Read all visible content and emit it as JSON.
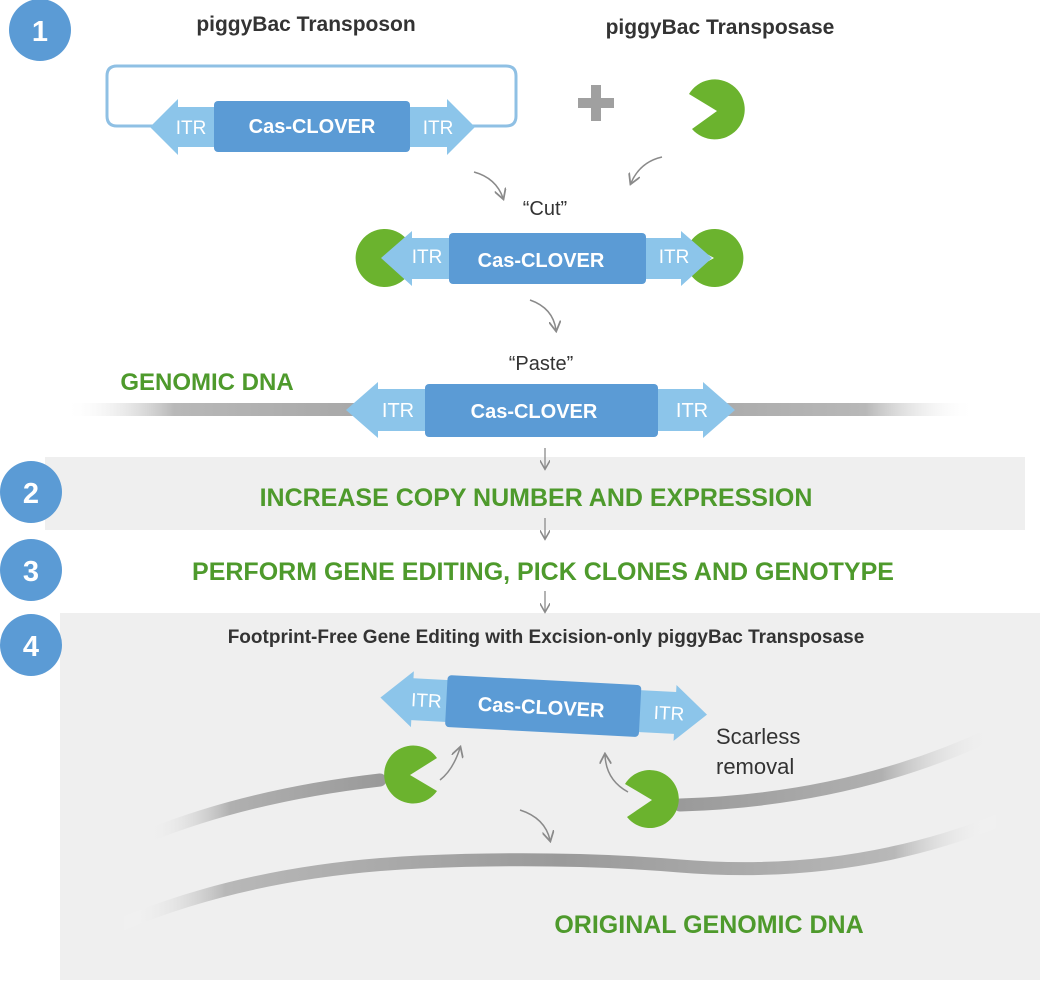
{
  "colors": {
    "step_badge": "#5b9bd5",
    "box_blue": "#5b9bd5",
    "itr_blue": "#8cc5ea",
    "loop_blue": "#8fc0e4",
    "green": "#4e9a2c",
    "pacman_green": "#6bb32e",
    "gray_panel": "#efefef",
    "dna_gray": "#a6a6a6",
    "text_dark": "#333333"
  },
  "steps": {
    "s1": "1",
    "s2": "2",
    "s3": "3",
    "s4": "4"
  },
  "step1": {
    "transposon_title": "piggyBac Transposon",
    "transposase_title": "piggyBac Transposase",
    "plus_icon": "plus-icon",
    "cut_label": "“Cut”",
    "paste_label": "“Paste”",
    "genomic_dna_label": "GENOMIC DNA"
  },
  "element": {
    "itr": "ITR",
    "cas_clover": "Cas-CLOVER"
  },
  "step2": {
    "label": "INCREASE COPY NUMBER AND EXPRESSION"
  },
  "step3": {
    "label": "PERFORM GENE EDITING, PICK CLONES AND GENOTYPE"
  },
  "step4": {
    "title": "Footprint-Free Gene Editing with Excision-only piggyBac Transposase",
    "scarless_line1": "Scarless",
    "scarless_line2": "removal",
    "original_dna_label": "ORIGINAL GENOMIC DNA"
  }
}
